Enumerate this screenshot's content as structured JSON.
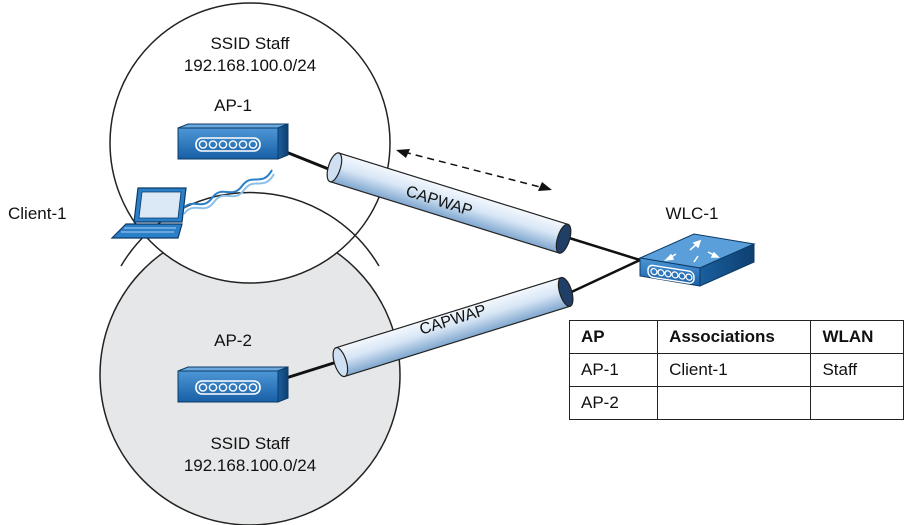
{
  "diagram": {
    "cell_top": {
      "ssid_label": "SSID Staff",
      "subnet_label": "192.168.100.0/24"
    },
    "cell_bottom": {
      "ssid_label": "SSID Staff",
      "subnet_label": "192.168.100.0/24"
    },
    "ap1": {
      "label": "AP-1"
    },
    "ap2": {
      "label": "AP-2"
    },
    "client": {
      "label": "Client-1"
    },
    "wlc": {
      "label": "WLC-1"
    },
    "tunnel_top": {
      "label": "CAPWAP"
    },
    "tunnel_bottom": {
      "label": "CAPWAP"
    },
    "colors": {
      "cell_top_fill": "#ffffff",
      "cell_bottom_fill": "#e6e7e8",
      "device_blue": "#1e6fb8",
      "tunnel_light": "#e8f1fb",
      "tunnel_dark": "#8fb2d6"
    }
  },
  "table": {
    "headers": [
      "AP",
      "Associations",
      "WLAN"
    ],
    "rows": [
      [
        "AP-1",
        "Client-1",
        "Staff"
      ],
      [
        "AP-2",
        "",
        ""
      ]
    ]
  }
}
